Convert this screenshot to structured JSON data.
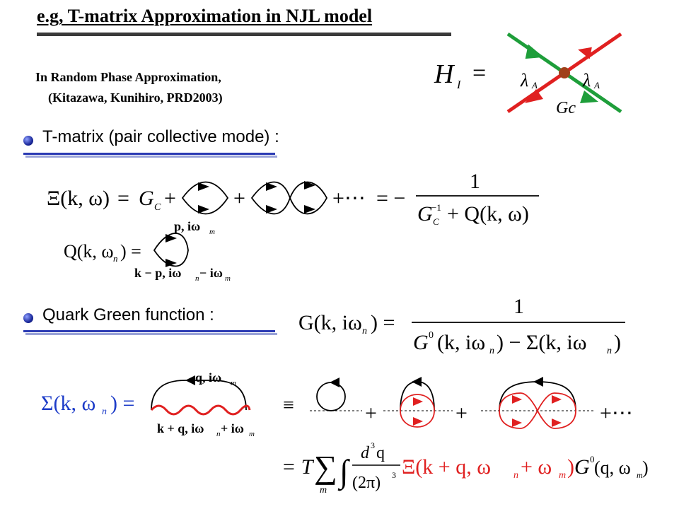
{
  "title": "e.g, T-matrix Approximation in NJL model",
  "rpa_line1": "In Random Phase Approximation,",
  "rpa_line2": "(Kitazawa, Kunihiro, PRD2003)",
  "vertex": {
    "lhs": "H",
    "lhs_sub": "I",
    "eq": "=",
    "lambda": "λ",
    "lambda_sub": "A",
    "coupling": "Gc"
  },
  "bullets": {
    "tmatrix": "T-matrix (pair collective mode) :",
    "green": "Quark Green function :"
  },
  "eq1": {
    "lhs": "Ξ(k, ω)",
    "eq": "=",
    "gc": "G",
    "gc_sub": "C",
    "plus": "+",
    "dots": "+⋯",
    "eq_minus": "= −",
    "num": "1",
    "den_g": "G",
    "den_sup": "−1",
    "den_sub": "C",
    "den_rest": "+ Q(k, ω)"
  },
  "eq_q": {
    "lhs": "Q(k, ω",
    "lhs_sub": "n",
    "lhs_end": ") =",
    "top_label": "p, iω",
    "top_sub": "m",
    "bot_label": "k − p, iω",
    "bot_sub1": "n",
    "bot_mid": " − iω",
    "bot_sub2": "m"
  },
  "eq_g": {
    "lhs": "G(k, iω",
    "lhs_sub": "n",
    "lhs_end": ") =",
    "num": "1",
    "den1": "G",
    "den1_sup": "0",
    "den1_rest": "(k, iω",
    "den_sub": "n",
    "den_mid": ") − Σ(k, iω",
    "den_end": ")"
  },
  "eq_sigma": {
    "lhs": "Σ(k, ω",
    "lhs_sub": "n",
    "lhs_end": ") =",
    "top_label": "q, iω",
    "top_sub": "m",
    "bot_label": "k + q, iω",
    "bot_sub1": "n",
    "bot_mid": " + iω",
    "bot_sub2": "m",
    "equiv": "≡",
    "plus": "+",
    "dots": "+⋯"
  },
  "eq_final": {
    "eqT": "= T",
    "sum": "∑",
    "sum_sub": "m",
    "integral": "∫",
    "num": "d",
    "num_sup": "3",
    "num_rest": "q",
    "den": "(2π)",
    "den_sup": "3",
    "xi": "Ξ(k + q, ω",
    "xi_sub1": "n",
    "xi_mid": " + ω",
    "xi_sub2": "m",
    "xi_end": ")",
    "g0": "G",
    "g0_sup": "0",
    "g0_rest": "(q, ω",
    "g0_sub": "m",
    "g0_end": ")"
  },
  "colors": {
    "red": "#e02020",
    "green": "#1e9e3a",
    "vertex_dot": "#a0401a",
    "blue_line": "#2b3ab3"
  }
}
